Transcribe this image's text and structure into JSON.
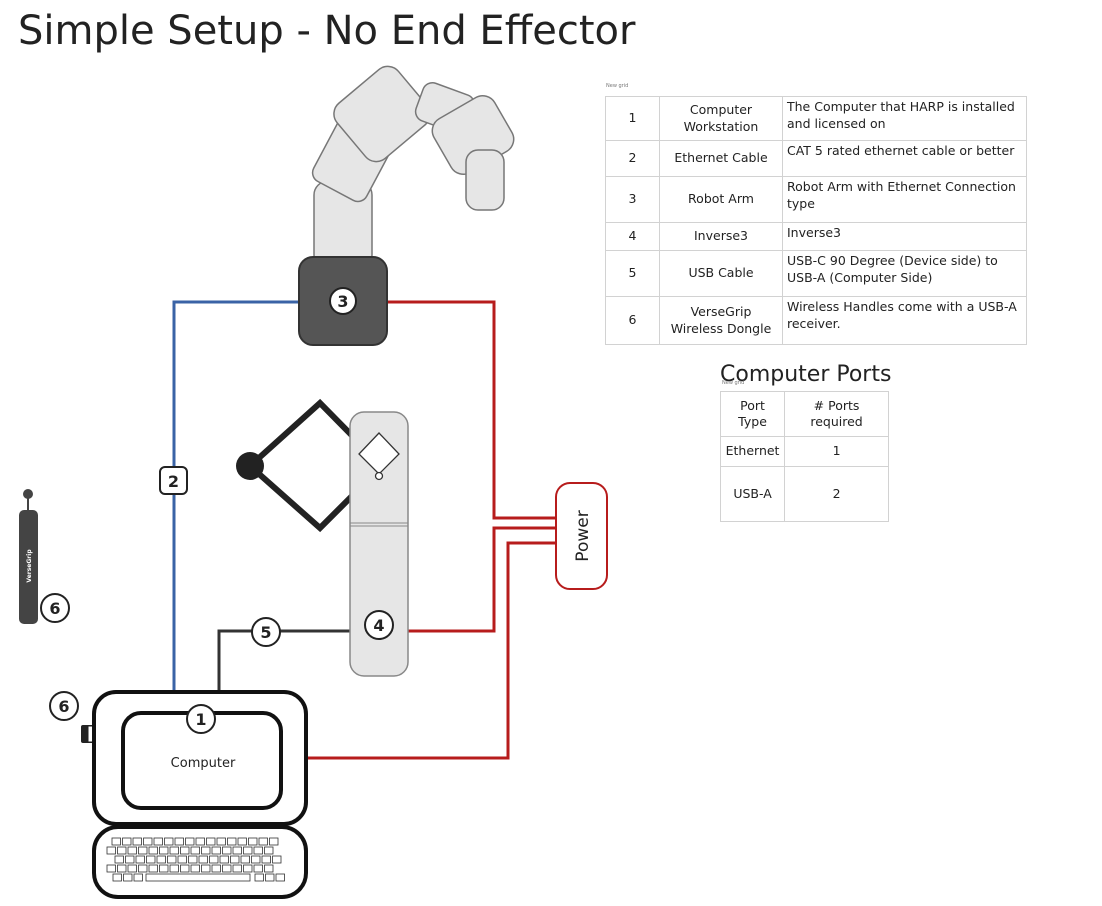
{
  "title": "Simple Setup - No End Effector",
  "grid_label": "New grid",
  "components": [
    {
      "num": "1",
      "name": "Computer Workstation",
      "desc": "The Computer that HARP is installed and licensed on"
    },
    {
      "num": "2",
      "name": "Ethernet Cable",
      "desc": "CAT 5 rated ethernet cable or better"
    },
    {
      "num": "3",
      "name": "Robot Arm",
      "desc": "Robot Arm with Ethernet Connection type"
    },
    {
      "num": "4",
      "name": "Inverse3",
      "desc": "Inverse3"
    },
    {
      "num": "5",
      "name": "USB Cable",
      "desc": "USB-C 90 Degree (Device side) to USB-A (Computer Side)"
    },
    {
      "num": "6",
      "name": "VerseGrip Wireless Dongle",
      "desc": "Wireless Handles come with a USB-A receiver."
    }
  ],
  "ports": {
    "title": "Computer Ports",
    "header": [
      "Port Type",
      "# Ports required"
    ],
    "rows": [
      {
        "type": "Ethernet",
        "count": "1"
      },
      {
        "type": "USB-A",
        "count": "2"
      }
    ]
  },
  "diagram": {
    "computer_label": "Computer",
    "power_label": "Power",
    "versegrip_label": "VerseGrip",
    "badges": {
      "computer": "1",
      "ethernet": "2",
      "robot": "3",
      "inverse3": "4",
      "usb": "5",
      "dongle": "6",
      "handle": "6"
    }
  },
  "colors": {
    "ethernet": "#3a63a6",
    "power": "#b71c1c",
    "usb": "#333333",
    "robot_base": "#555555",
    "arm": "#e6e6e6"
  }
}
